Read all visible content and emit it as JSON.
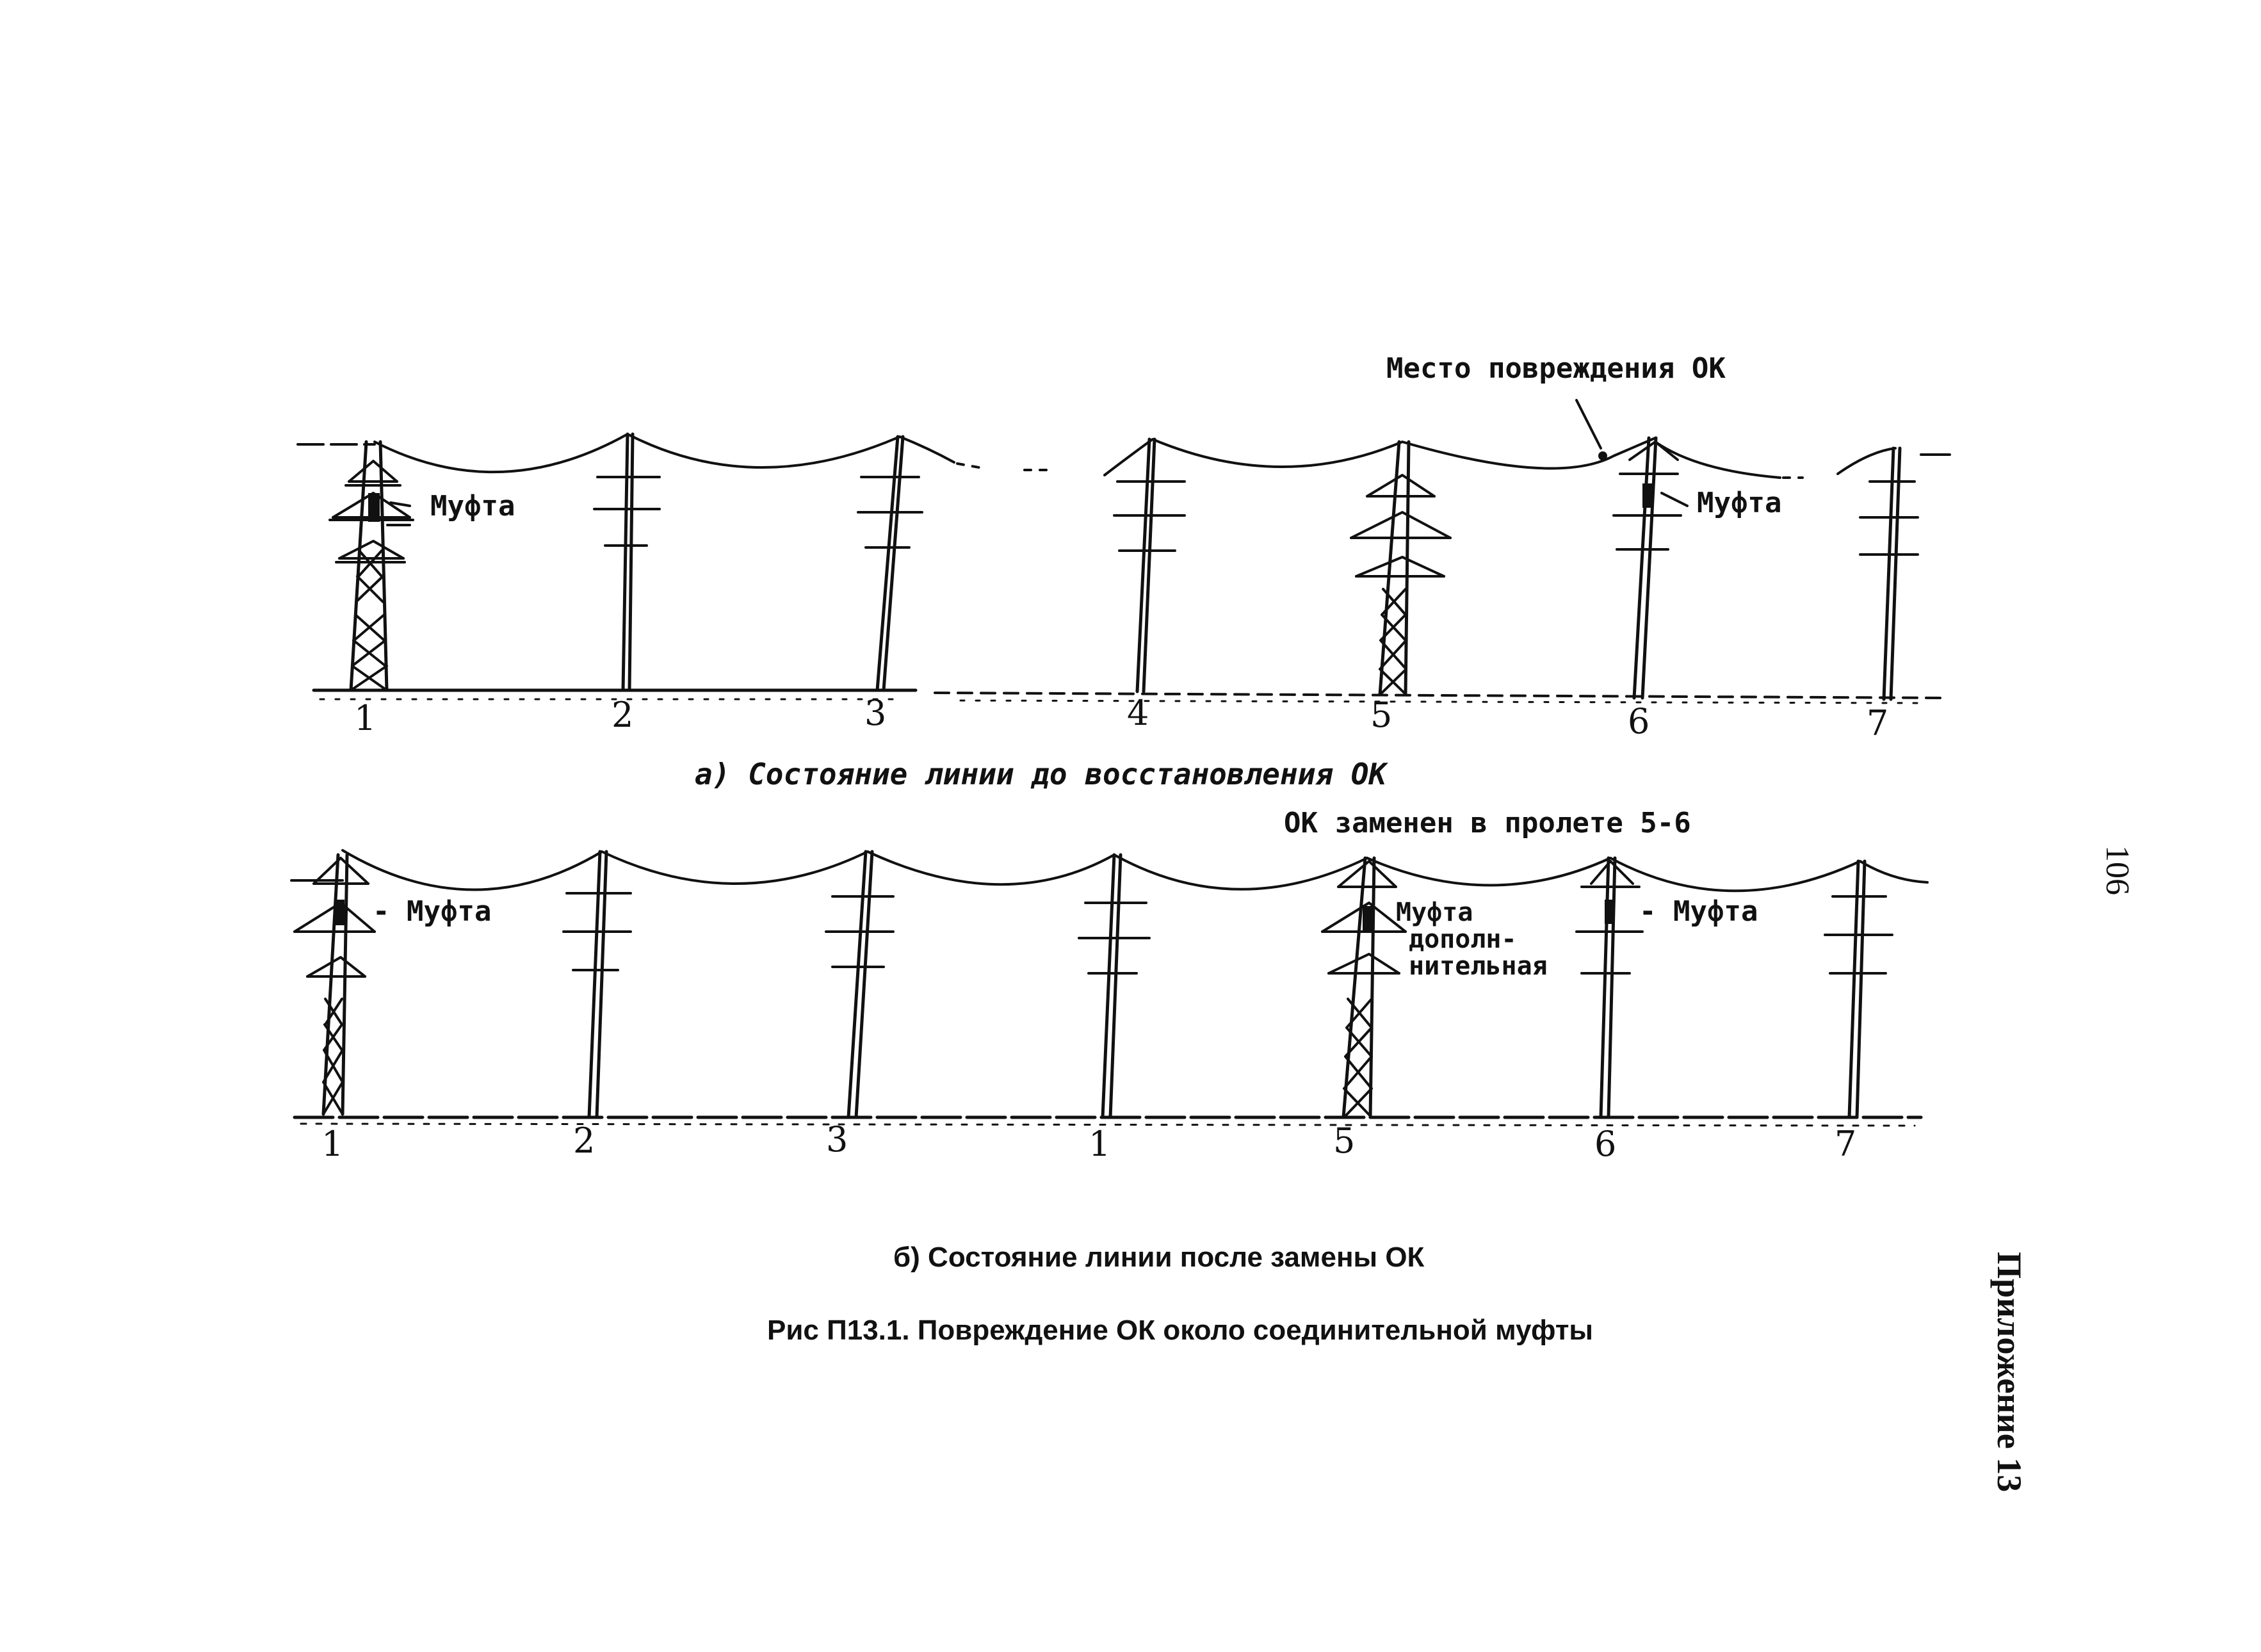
{
  "diagram_a": {
    "damage_label": "Место повреждения ОК",
    "splice_left": "Муфта",
    "splice_right": "Муфта",
    "pole_numbers": [
      "1",
      "2",
      "3",
      "4",
      "5",
      "6",
      "7"
    ],
    "caption": "а) Состояние линии до восстановления ОК"
  },
  "diagram_b": {
    "replaced_label": "ОК заменен в пролете 5-6",
    "splice_1": "- Муфта",
    "splice_5_line1": "Муфта",
    "splice_5_line2": "дополн-",
    "splice_5_line3": "нительная",
    "splice_6": "- Муфта",
    "pole_numbers": [
      "1",
      "2",
      "3",
      "1",
      "5",
      "6",
      "7"
    ],
    "caption": "б) Состояние линии после замены ОК"
  },
  "figure_caption": "Рис П13.1. Повреждение ОК около соединительной муфты",
  "page_number": "106",
  "appendix_label": "Приложение 13"
}
